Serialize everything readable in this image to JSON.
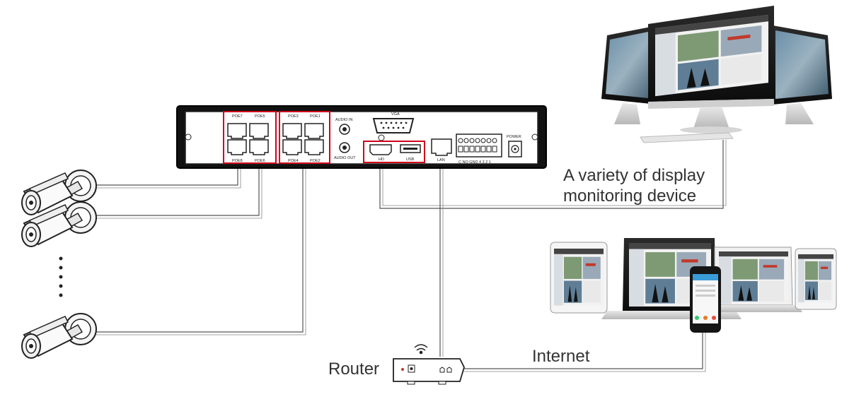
{
  "nvr": {
    "port_labels_top": [
      "POE7",
      "POE5",
      "POE3",
      "POE1"
    ],
    "port_labels_bottom": [
      "POE8",
      "POE6",
      "POE4",
      "POE2"
    ],
    "audio_in": "AUDIO IN",
    "audio_out": "AUDIO OUT",
    "vga": "VGA",
    "hd": "HD",
    "usb": "USB",
    "lan": "LAN",
    "alarm": "C   NO   GND    4 3 2 1",
    "power": "POWER"
  },
  "labels": {
    "display_line1": "A variety of display",
    "display_line2": "monitoring device",
    "internet": "Internet",
    "router": "Router"
  },
  "colors": {
    "highlight": "#d0021b",
    "device_body": "#1a1a1a",
    "cable": "#555555",
    "router_led": "#c0392b"
  }
}
